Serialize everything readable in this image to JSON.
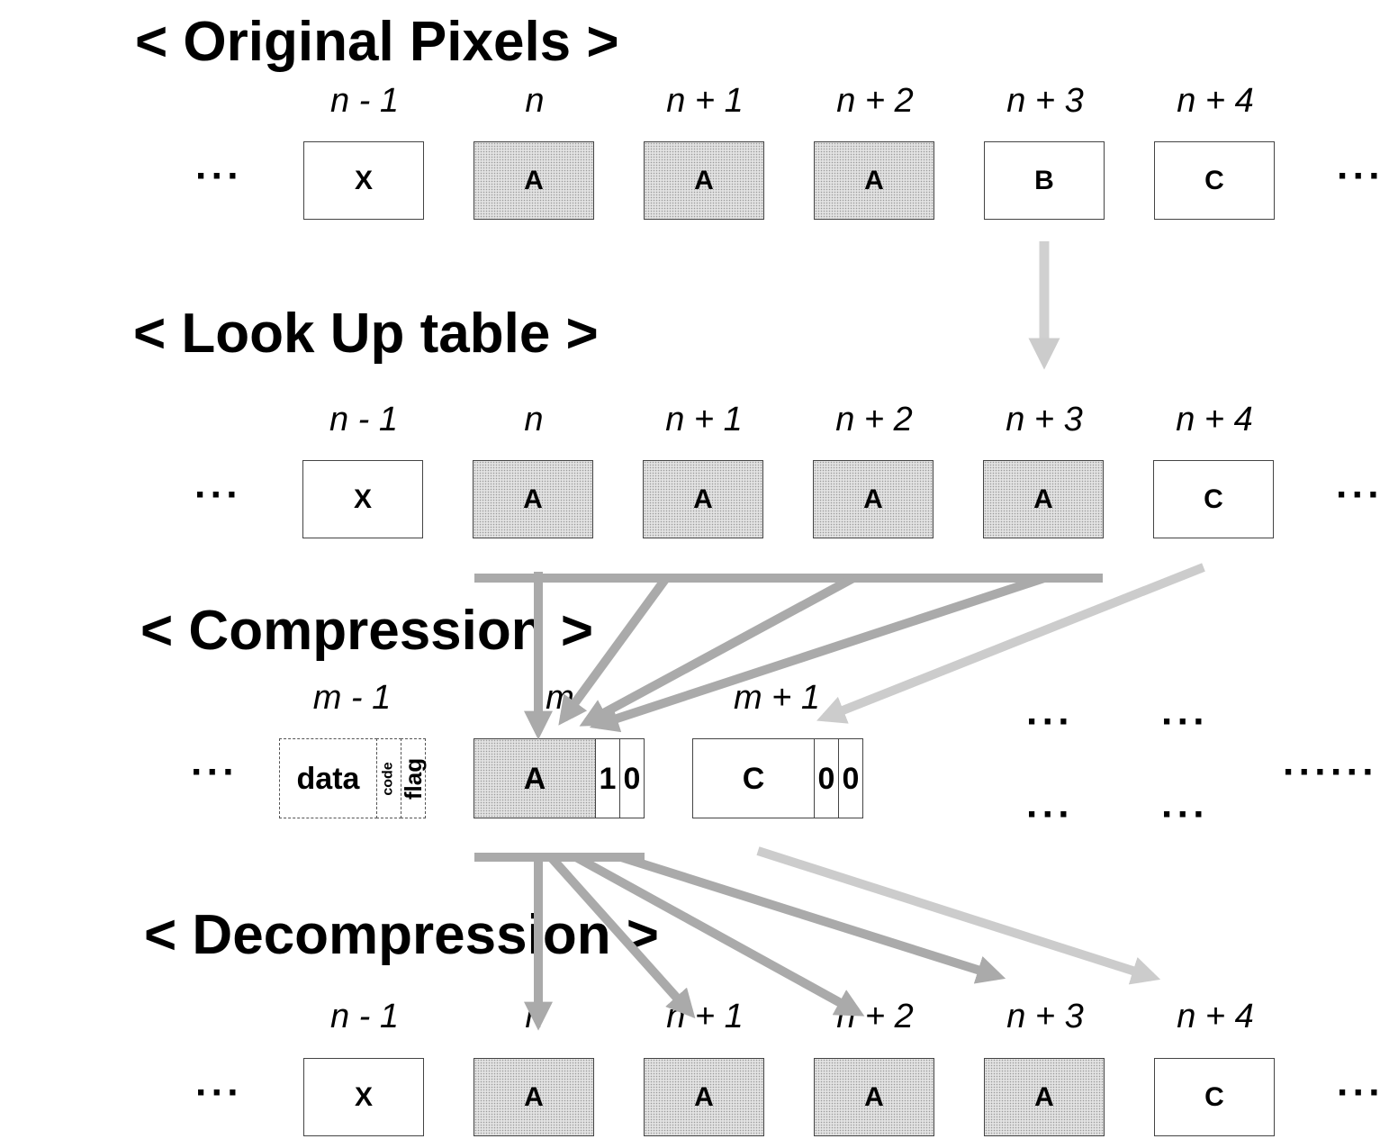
{
  "titles": {
    "original": "< Original Pixels >",
    "lookup": "< Look Up table >",
    "compression": "< Compression >",
    "decompression": "< Decompression >"
  },
  "indices": [
    "n - 1",
    "n",
    "n + 1",
    "n + 2",
    "n + 3",
    "n + 4"
  ],
  "ellipsis": "···",
  "long_ellipsis": "······",
  "rows": {
    "original": [
      {
        "label": "X",
        "shaded": false
      },
      {
        "label": "A",
        "shaded": true
      },
      {
        "label": "A",
        "shaded": true
      },
      {
        "label": "A",
        "shaded": true
      },
      {
        "label": "B",
        "shaded": false
      },
      {
        "label": "C",
        "shaded": false
      }
    ],
    "lookup": [
      {
        "label": "X",
        "shaded": false
      },
      {
        "label": "A",
        "shaded": true
      },
      {
        "label": "A",
        "shaded": true
      },
      {
        "label": "A",
        "shaded": true
      },
      {
        "label": "A",
        "shaded": true
      },
      {
        "label": "C",
        "shaded": false
      }
    ],
    "decompression": [
      {
        "label": "X",
        "shaded": false
      },
      {
        "label": "A",
        "shaded": true
      },
      {
        "label": "A",
        "shaded": true
      },
      {
        "label": "A",
        "shaded": true
      },
      {
        "label": "A",
        "shaded": true
      },
      {
        "label": "C",
        "shaded": false
      }
    ]
  },
  "compression": {
    "indices": [
      "m - 1",
      "m",
      "m + 1"
    ],
    "legend": {
      "data": "data",
      "code": "code",
      "flag": "flag"
    },
    "packets": [
      {
        "data": "A",
        "code": "1",
        "flag": "0",
        "shaded": true
      },
      {
        "data": "C",
        "code": "0",
        "flag": "0",
        "shaded": false
      }
    ]
  },
  "colors": {
    "arrow_dark": "#aaaaaa",
    "arrow_light": "#cccccc",
    "shade": "#e2e2e2"
  }
}
